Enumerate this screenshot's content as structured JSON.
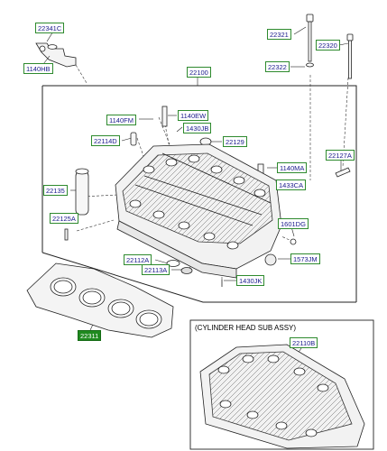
{
  "labels": {
    "p22341C": "22341C",
    "p1140HB": "1140HB",
    "p22321": "22321",
    "p22320": "22320",
    "p22322": "22322",
    "p22100": "22100",
    "p1140FM": "1140FM",
    "p1140EW": "1140EW",
    "p1430JB": "1430JB",
    "p22114D": "22114D",
    "p22129": "22129",
    "p22127A": "22127A",
    "p1140MA": "1140MA",
    "p1433CA": "1433CA",
    "p22135": "22135",
    "p22125A": "22125A",
    "p1601DG": "1601DG",
    "p22112A": "22112A",
    "p22113A": "22113A",
    "p1573JM": "1573JM",
    "p1430JK": "1430JK",
    "p22311": "22311",
    "p22110B": "22110B"
  },
  "sub_assy_title": "(CYLINDER HEAD SUB ASSY)",
  "colors": {
    "label_border": "#2e8a2e",
    "label_text": "#1a1a8c",
    "highlight_fill": "#1f8a1f",
    "line": "#222222"
  }
}
